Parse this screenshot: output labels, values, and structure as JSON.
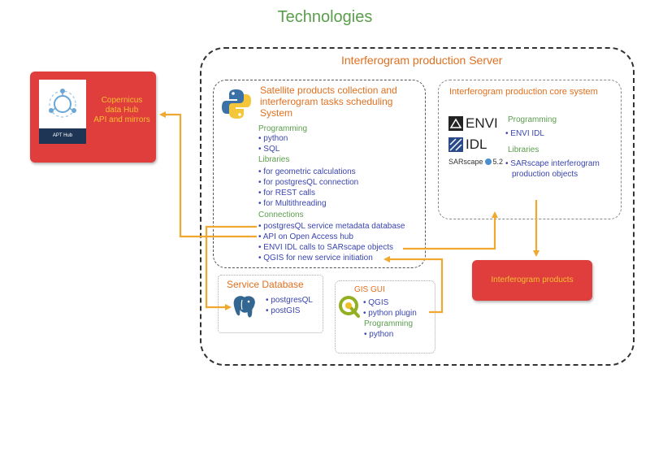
{
  "title": "Technologies",
  "server": {
    "title": "Interferogram production Server"
  },
  "hub": {
    "card_label": "APT Hub",
    "label_lines": [
      "Copernicus",
      "data Hub",
      "API and mirrors"
    ]
  },
  "collection": {
    "title": "Satellite products collection and interferogram tasks scheduling System",
    "programming_heading": "Programming",
    "programming_items": [
      "• python",
      "• SQL"
    ],
    "libraries_heading": "Libraries",
    "libraries_items": [
      "• for geometric calculations",
      "• for postgresQL connection",
      "• for REST calls",
      "• for Multithreading"
    ],
    "connections_heading": "Connections",
    "connections_items": [
      "• postgresQL service metadata database",
      "• API on Open Access hub",
      "• ENVI IDL calls to SARscape objects",
      "• QGIS for new service initiation"
    ]
  },
  "core": {
    "title": "Interferogram production core system",
    "envi_logo": "ENVI",
    "idl_logo": "IDL",
    "sarscape_logo": "SARscape",
    "sarscape_version": "5.2",
    "programming_heading": "Programming",
    "programming_items": [
      "• ENVI IDL"
    ],
    "libraries_heading": "Libraries",
    "libraries_items": [
      "• SARscape interferogram",
      "production objects"
    ]
  },
  "products": {
    "label": "Interferogram products"
  },
  "database": {
    "title": "Service Database",
    "items": [
      "• postgresQL",
      "• postGIS"
    ]
  },
  "gis": {
    "title": "GIS GUI",
    "items": [
      "• QGIS",
      "• python plugin"
    ],
    "programming_heading": "Programming",
    "programming_items": [
      "• python"
    ]
  },
  "colors": {
    "arrow": "#f0a830",
    "box_red": "#e03d3d",
    "heading_orange": "#e07020",
    "heading_green": "#5a9e4b",
    "item_blue": "#3b45b0"
  },
  "icons": [
    "hub-network-icon",
    "python-icon",
    "postgresql-elephant-icon",
    "qgis-icon",
    "envi-icon",
    "idl-icon",
    "sarscape-icon"
  ]
}
